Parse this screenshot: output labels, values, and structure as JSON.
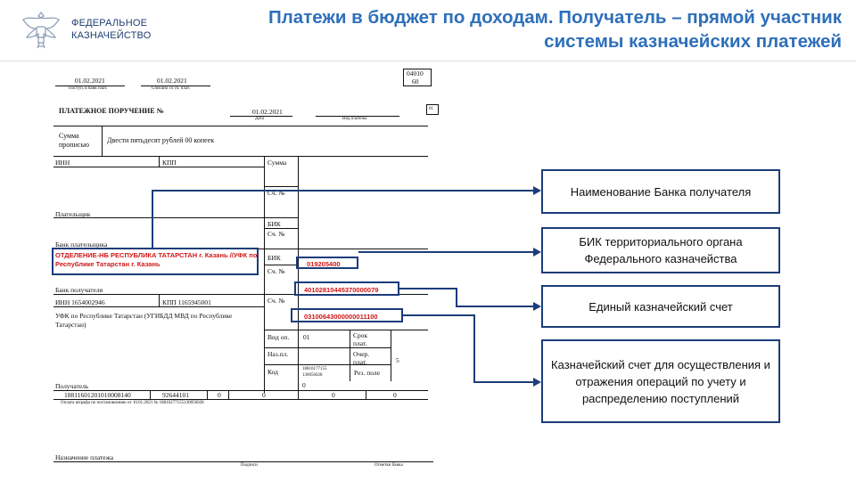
{
  "header": {
    "org_line1": "ФЕДЕРАЛЬНОЕ",
    "org_line2": "КАЗНАЧЕЙСТВО",
    "title_line1": "Платежи в бюджет по доходам. Получатель – прямой участник",
    "title_line2": "системы казначейских платежей",
    "logo_icon": "eagle-emblem-icon"
  },
  "form": {
    "form_code_1": "04010",
    "form_code_2": "60",
    "received_date": "01.02.2021",
    "received_caption": "Поступ. в банк плат.",
    "debited_date": "01.02.2021",
    "debited_caption": "Списано со сч. плат.",
    "title": "ПЛАТЕЖНОЕ ПОРУЧЕНИЕ №",
    "doc_date": "01.02.2021",
    "date_caption": "Дата",
    "payment_type_caption": "Вид платежа",
    "status_code": "01",
    "sum_words_label_1": "Сумма",
    "sum_words_label_2": "прописью",
    "sum_words": "Двести пятьдесят рублей 00 копеек",
    "inn_label": "ИНН",
    "kpp_label": "КПП",
    "sum_label": "Сумма",
    "account_label": "Сч. №",
    "payer_label": "Плательщик",
    "bik_label": "БИК",
    "payer_bank_label": "Банк плательщика",
    "recipient_bank_name": "ОТДЕЛЕНИЕ-НБ РЕСПУБЛИКА ТАТАРСТАН г. Казань //УФК по Республике Татарстан г. Казань",
    "recipient_bik": "019205400",
    "recipient_corr_account": "40102810445370000079",
    "recipient_bank_label": "Банк получателя",
    "recipient_inn": "ИНН 1654002946",
    "recipient_kpp": "КПП 1165945001",
    "recipient_treasury_account": "03100643000000011100",
    "recipient_name": "УФК по Республике Татарстан (УГИБДД МВД по Республике Татарстан)",
    "op_type_label": "Вид оп.",
    "op_type": "01",
    "term_label_1": "Срок",
    "term_label_2": "плат.",
    "purpose_label": "Наз.пл.",
    "priority_label_1": "Очер.",
    "priority_label_2": "плат.",
    "priority": "5",
    "code_label": "Код",
    "code_value_1": "18810177155",
    "code_value_2": "130056028",
    "code_value_3": "0",
    "reserve_label": "Рез. поле",
    "recipient_label": "Получатель",
    "kbk": "18811601201010008140",
    "oktmo": "92644101",
    "field_106": "0",
    "field_107": "0",
    "field_108": "0",
    "field_109": "0",
    "payment_note": "Оплата штрафа по постановлению от 10.01.2021 № 18810277155130056028",
    "purpose_of_payment_label": "Назначение платежа",
    "signatures_label": "Подписи",
    "bank_marks_label": "Отметки банка"
  },
  "callouts": [
    {
      "text": "Наименование Банка получателя"
    },
    {
      "text": "БИК территориального органа Федерального казначейства"
    },
    {
      "text": "Единый казначейский счет"
    },
    {
      "text": "Казначейский счет для осуществления и отражения операций по учету и распределению поступлений"
    }
  ],
  "colors": {
    "title": "#2e6fba",
    "highlight": "#1c3c7a",
    "red_text": "#d21515"
  }
}
